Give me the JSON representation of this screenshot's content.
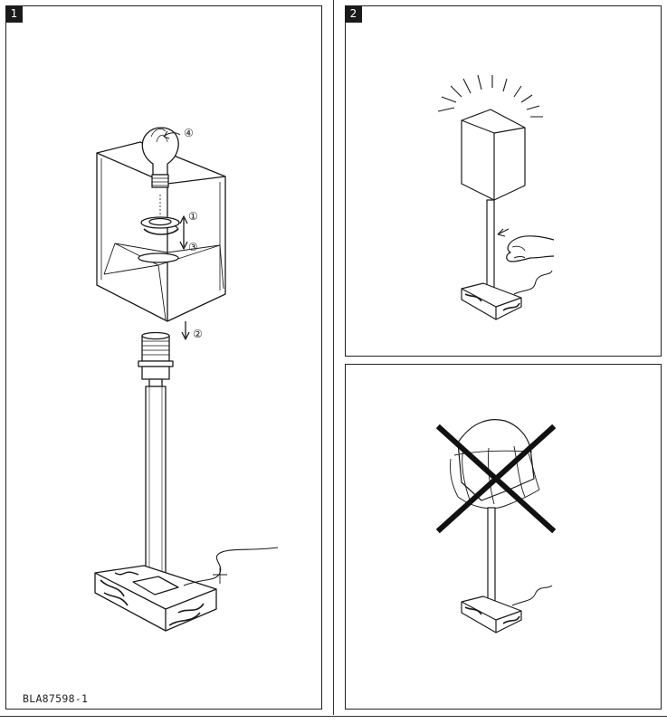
{
  "steps": [
    {
      "number": "1",
      "callouts": [
        "①",
        "②",
        "③",
        "④"
      ]
    },
    {
      "number": "2"
    },
    {
      "number": ""
    }
  ],
  "document_code": "BLA87598-1"
}
